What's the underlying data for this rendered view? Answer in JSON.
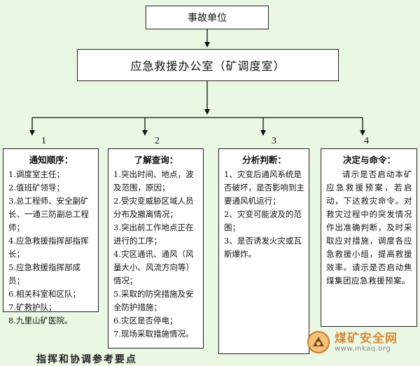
{
  "top_box": "事故单位",
  "office_box": "应急救援办公室（矿调度室）",
  "steps": [
    {
      "number": "1",
      "title": "通知顺序：",
      "items": [
        "1.调度室主任；",
        "2.值班矿领导；",
        "3.总工程师、安全副矿长、一通三防副总工程师；",
        "4.应急救援指挥部指挥长；",
        "5.应急救援指挥部成员；",
        "6.相关科室和区队；",
        "7.矿救护队；",
        "8.九里山矿医院。"
      ]
    },
    {
      "number": "2",
      "title": "了解查询：",
      "items": [
        "1.突出时间、地点，波及范围，原因；",
        "2.受灾变威胁区域人员分布及撤离情况；",
        "3.突出前工作地点正在进行的工序；",
        "4.灾区通讯、通风（风量大小、风流方向等）情况；",
        "5.采取的防突措施及安全防护措施；",
        "6.灾区是否停电；",
        "7.现场采取措施情况。"
      ]
    },
    {
      "number": "3",
      "title": "分析判断：",
      "items": [
        "1、灾变后通风系统是否破坏，是否影响到主要通风机运行；",
        "2、灾变可能波及的范围；",
        "3、是否诱发火灾或瓦斯爆炸。"
      ]
    },
    {
      "number": "4",
      "title": "决定与命令：",
      "body": "请示是否启动本矿应急救援预案，若启动，下达救灾命令。对救灾过程中的突发情况作出准确判断，及时采取应对措施，调度各应急救援小组，提高救援效率。请示是否启动焦煤集团应急救援预案。"
    }
  ],
  "watermark": {
    "text": "煤矿安全网",
    "url": "www.mkaq.org"
  },
  "bottom_text": "指挥和协调参考要点"
}
